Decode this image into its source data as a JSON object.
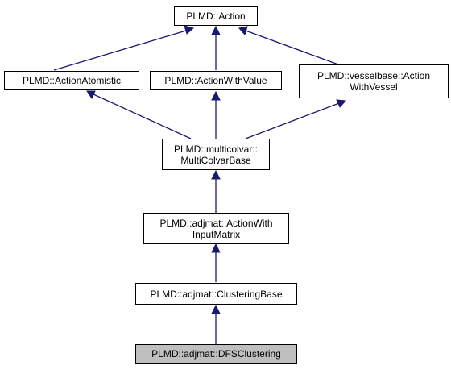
{
  "diagram": {
    "colors": {
      "edge": "#191970",
      "node_border": "#000000",
      "current_node_fill": "#bfbfbf"
    },
    "nodes": {
      "action": {
        "lines": [
          "PLMD::Action"
        ]
      },
      "action_atomistic": {
        "lines": [
          "PLMD::ActionAtomistic"
        ]
      },
      "action_with_value": {
        "lines": [
          "PLMD::ActionWithValue"
        ]
      },
      "action_with_vessel": {
        "lines": [
          "PLMD::vesselbase::Action",
          "WithVessel"
        ]
      },
      "multi_colvar_base": {
        "lines": [
          "PLMD::multicolvar::",
          "MultiColvarBase"
        ]
      },
      "action_with_input_matrix": {
        "lines": [
          "PLMD::adjmat::ActionWith",
          "InputMatrix"
        ]
      },
      "clustering_base": {
        "lines": [
          "PLMD::adjmat::ClusteringBase"
        ]
      },
      "dfs_clustering": {
        "lines": [
          "PLMD::adjmat::DFSClustering"
        ]
      }
    }
  }
}
